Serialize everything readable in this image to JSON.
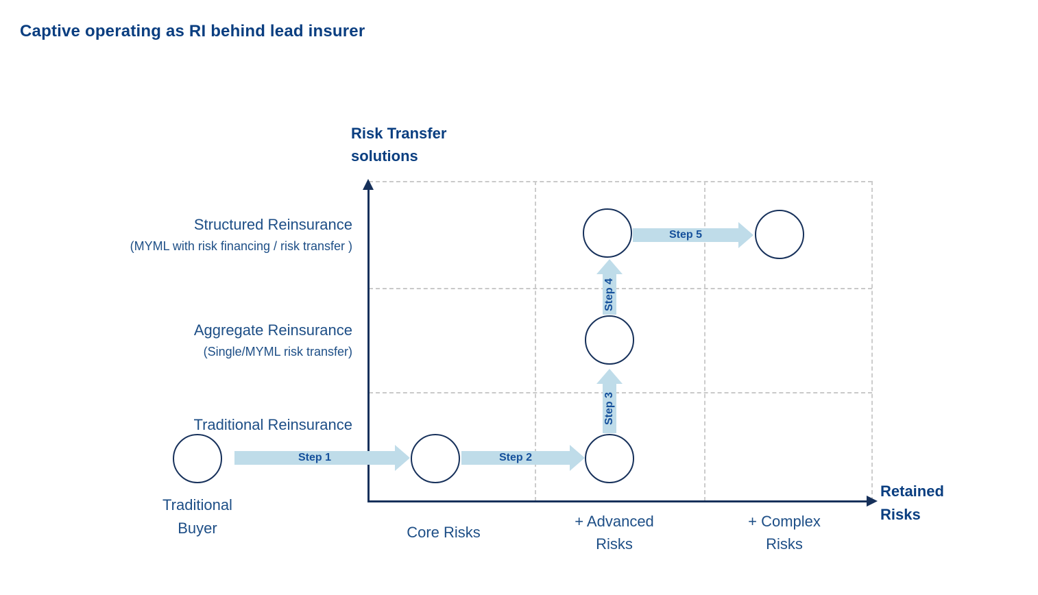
{
  "title": "Captive operating as RI behind lead insurer",
  "diagram": {
    "y_axis": {
      "title_line1": "Risk Transfer",
      "title_line2": "solutions"
    },
    "x_axis": {
      "title_line1": "Retained",
      "title_line2": "Risks"
    },
    "rows": [
      {
        "label": "Structured Reinsurance",
        "sub": "(MYML with risk financing / risk transfer )"
      },
      {
        "label": "Aggregate Reinsurance",
        "sub": "(Single/MYML risk transfer)"
      },
      {
        "label": "Traditional Reinsurance",
        "sub": ""
      }
    ],
    "columns": [
      {
        "line1": "Core Risks",
        "line2": ""
      },
      {
        "line1": "+ Advanced",
        "line2": "Risks"
      },
      {
        "line1": "+ Complex",
        "line2": "Risks"
      }
    ],
    "start_node_label": {
      "line1": "Traditional",
      "line2": "Buyer"
    },
    "steps": [
      {
        "label": "Step 1"
      },
      {
        "label": "Step 2"
      },
      {
        "label": "Step 3"
      },
      {
        "label": "Step 4"
      },
      {
        "label": "Step 5"
      }
    ],
    "nodes": [
      {
        "row": "Traditional Reinsurance",
        "column": "Traditional Buyer (left of axis)"
      },
      {
        "row": "Traditional Reinsurance",
        "column": "Core Risks"
      },
      {
        "row": "Traditional Reinsurance",
        "column": "+ Advanced Risks"
      },
      {
        "row": "Aggregate Reinsurance",
        "column": "+ Advanced Risks"
      },
      {
        "row": "Structured Reinsurance",
        "column": "+ Advanced Risks"
      },
      {
        "row": "Structured Reinsurance",
        "column": "+ Complex Risks"
      }
    ],
    "colors": {
      "heading_blue": "#0a3e80",
      "label_blue": "#1d4e86",
      "axis_navy": "#16305a",
      "arrow_fill": "#bfdce9",
      "step_label_blue": "#15509b",
      "grid_gray": "#c9c9c9"
    }
  }
}
